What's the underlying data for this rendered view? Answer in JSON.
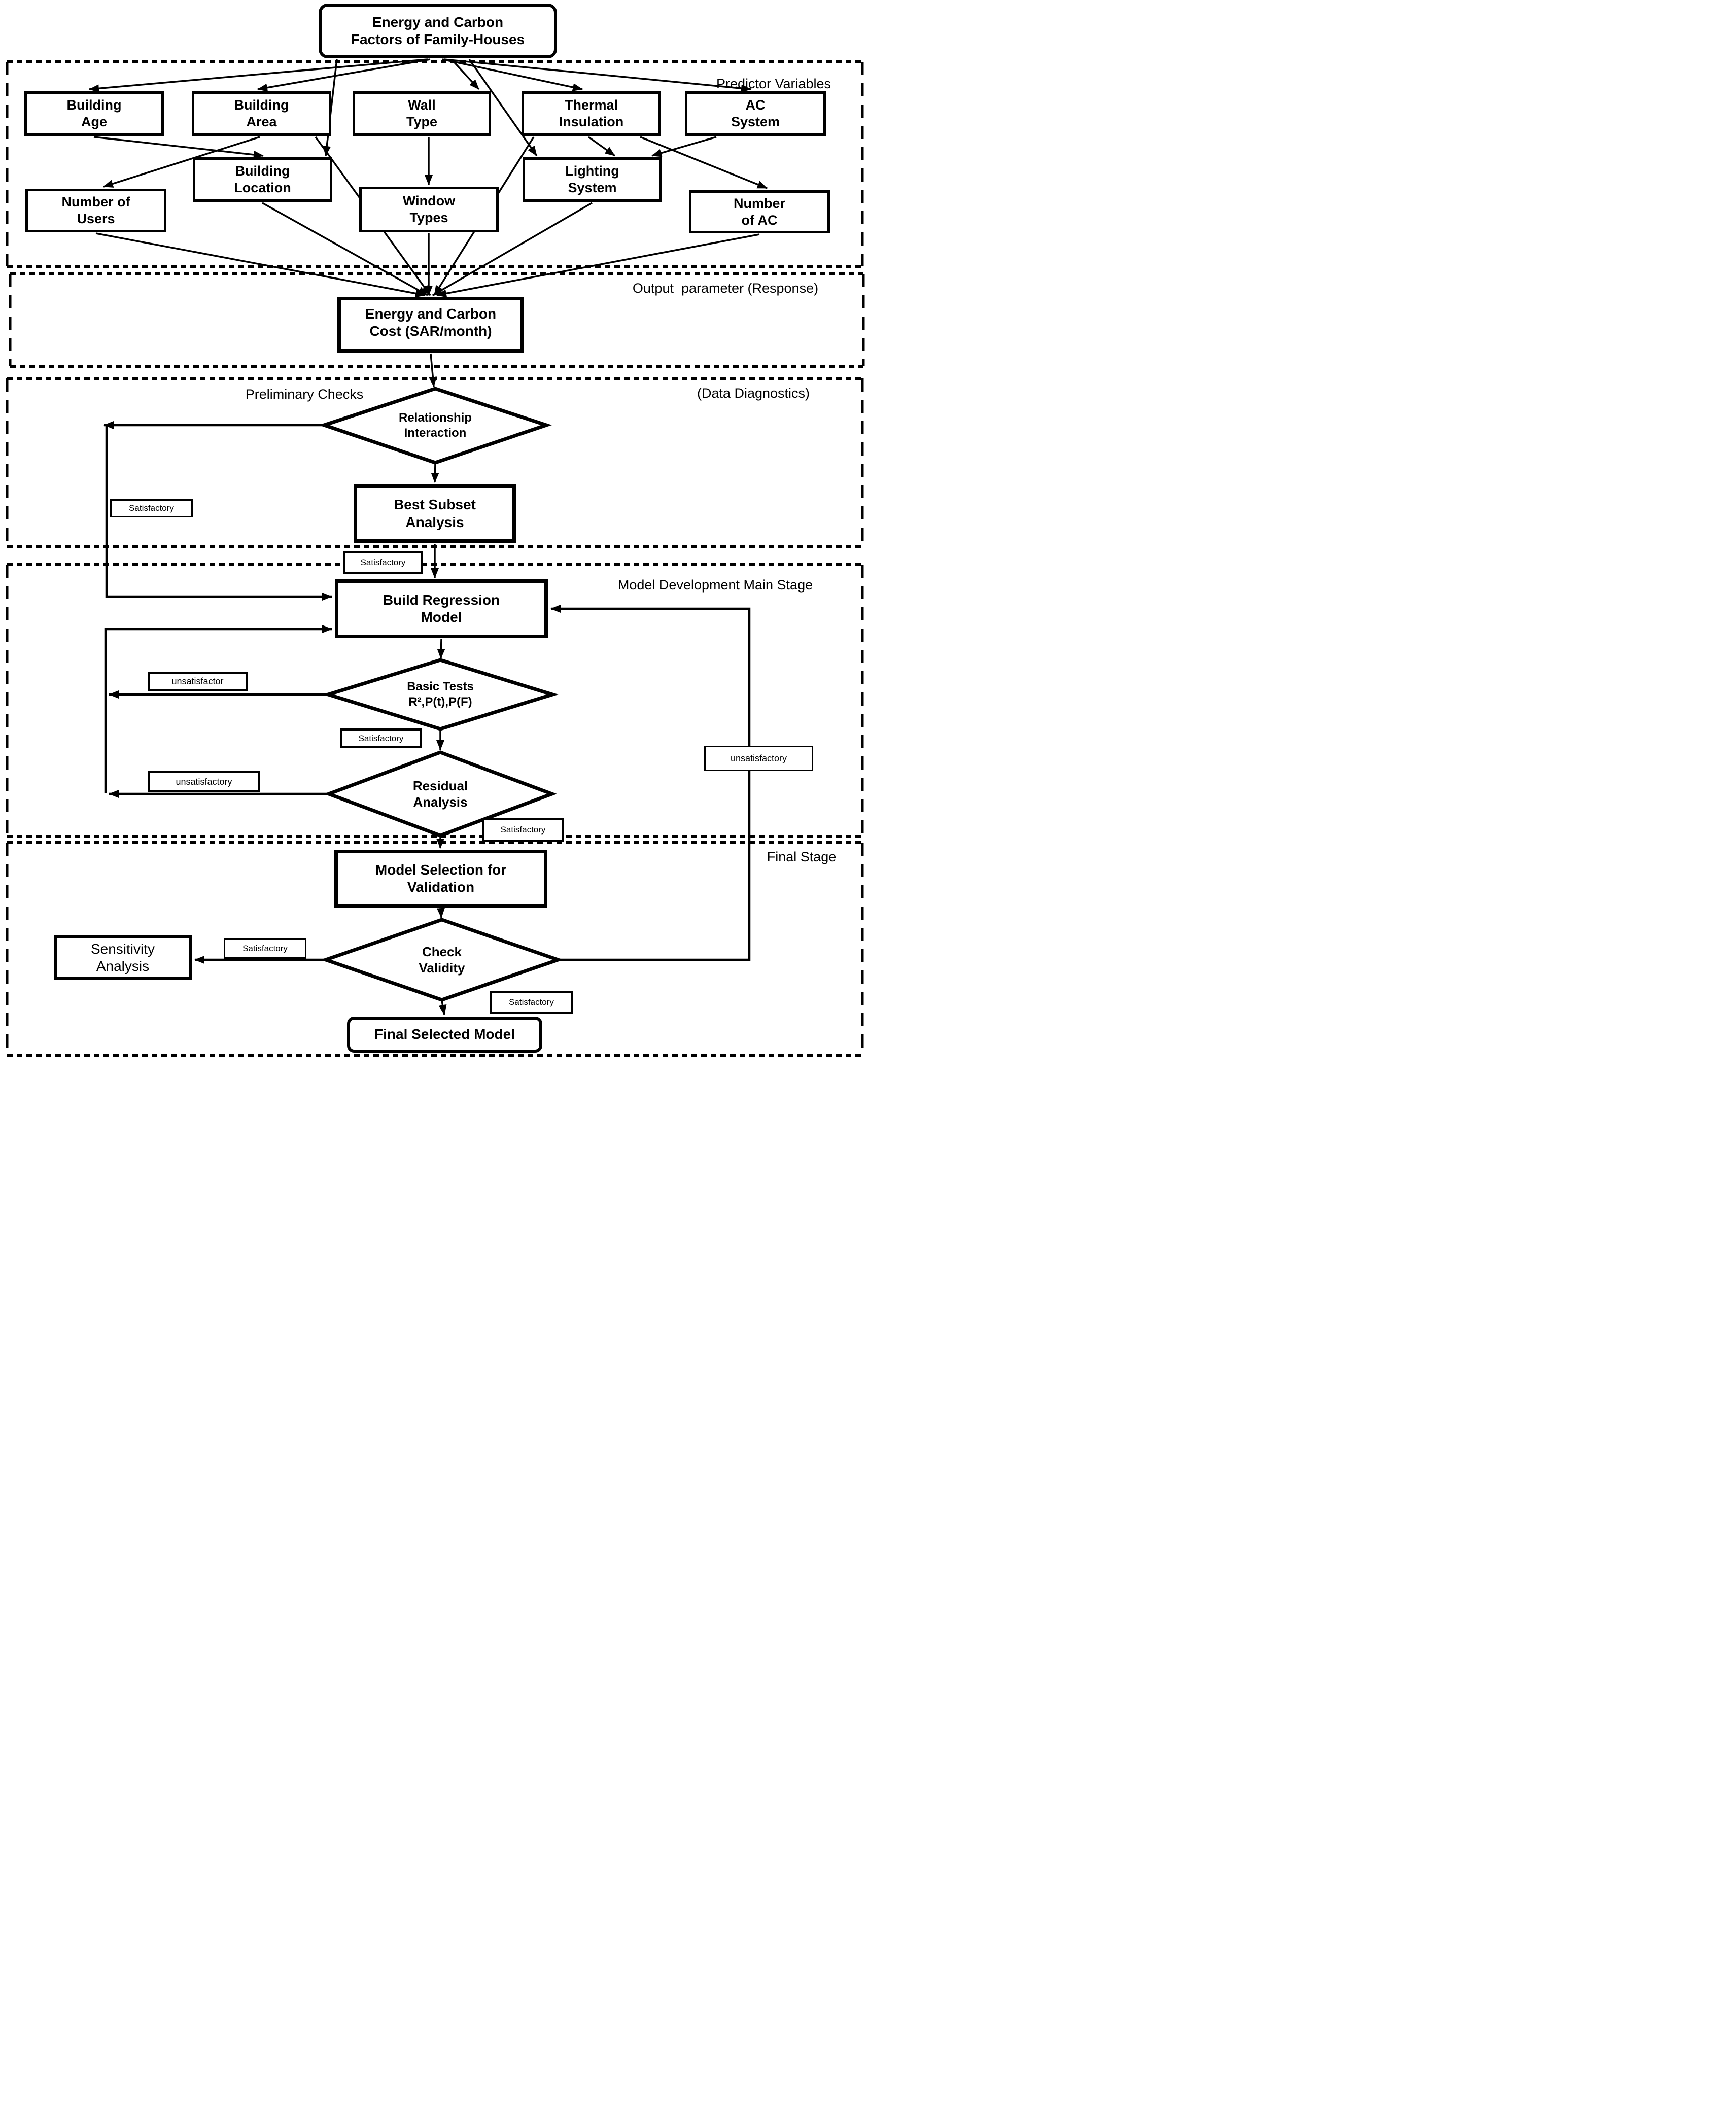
{
  "title_box": {
    "label": "Energy and Carbon\nFactors of Family-Houses"
  },
  "sections": {
    "predictor": {
      "label": "Predictor Variables"
    },
    "output": {
      "label": "Output  parameter (Response)"
    },
    "preliminary": {
      "label": "Preliminary Checks",
      "label_right": "(Data Diagnostics)"
    },
    "model_dev": {
      "label": "Model Development Main Stage"
    },
    "final": {
      "label": "Final Stage"
    }
  },
  "predictors": {
    "building_age": "Building\nAge",
    "building_area": "Building\nArea",
    "wall_type": "Wall\nType",
    "thermal_insulation": "Thermal\nInsulation",
    "ac_system": "AC\nSystem",
    "building_location": "Building\nLocation",
    "lighting_system": "Lighting\nSystem",
    "number_of_users": "Number of\nUsers",
    "window_types": "Window\nTypes",
    "number_of_ac": "Number\nof AC"
  },
  "nodes": {
    "energy_cost": "Energy and Carbon\nCost (SAR/month)",
    "relationship_interaction": "Relationship\nInteraction",
    "best_subset": "Best Subset\nAnalysis",
    "build_regression": "Build Regression\nModel",
    "basic_tests": "Basic Tests\nR²,P(t),P(F)",
    "residual_analysis": "Residual\nAnalysis",
    "model_selection": "Model Selection for\nValidation",
    "check_validity": "Check\nValidity",
    "sensitivity_analysis": "Sensitivity\nAnalysis",
    "final_model": "Final Selected Model"
  },
  "edge_labels": {
    "sat1": "Satisfactory",
    "sat2": "Satisfactory",
    "sat3": "Satisfactory",
    "sat4": "Satisfactory",
    "sat5": "Satisfactory",
    "sat6": "Satisfactory",
    "unsat1": "unsatisfactor",
    "unsat2": "unsatisfactory",
    "unsat3": "unsatisfactory"
  },
  "colors": {
    "ink": "#000000",
    "background": "#ffffff"
  }
}
